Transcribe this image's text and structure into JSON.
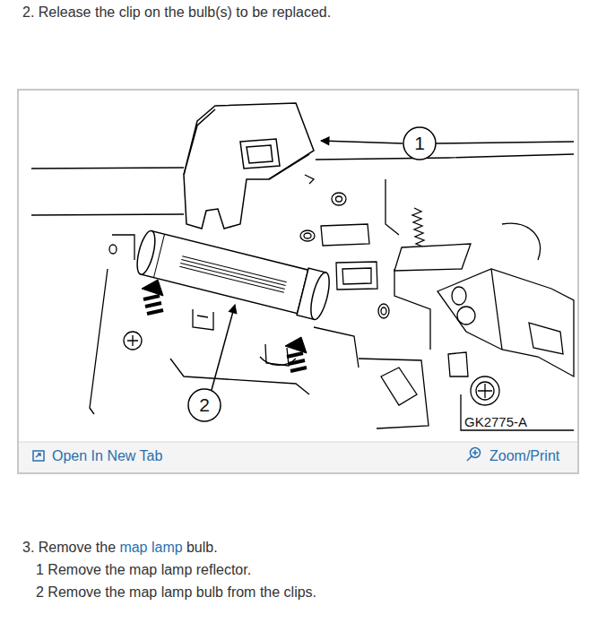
{
  "diagram": {
    "labels": [
      "2. Release the clip on the bulb(s) to be replaced.",
      "1",
      "2",
      "GK2775-A",
      "Open In New Tab",
      "Zoom/Print",
      "3. Remove the",
      "map lamp",
      "bulb.",
      "1 Remove the map lamp reflector.",
      "2 Remove the map lamp bulb from the clips."
    ]
  }
}
